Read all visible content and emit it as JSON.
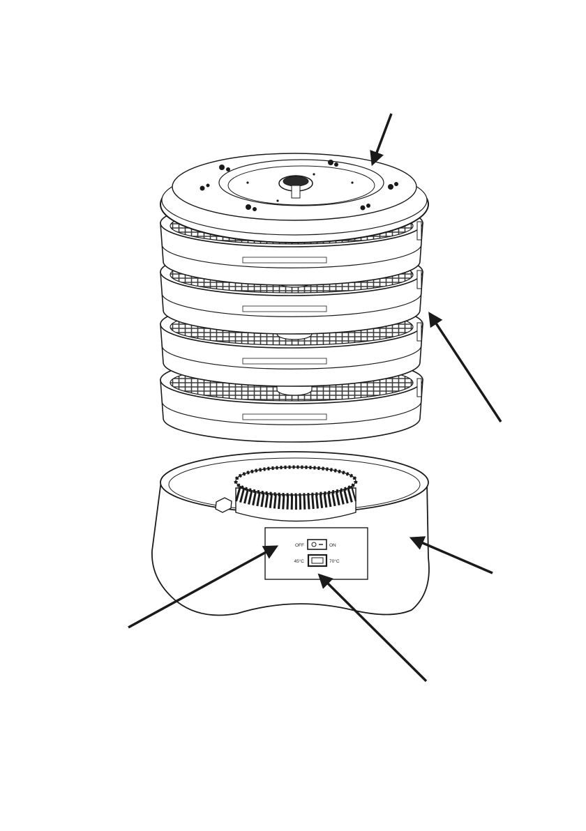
{
  "colors": {
    "line": "#1a1a1a",
    "arrow": "#1a1a1a",
    "paper": "#ffffff",
    "mesh": "#3a3a3a"
  },
  "switches": {
    "power": {
      "off_label": "OFF",
      "on_label": "ON"
    },
    "temperature": {
      "low_label": "45°C",
      "high_label": "70°C"
    }
  },
  "icons": {
    "power_switch": "rocker-switch-icon",
    "temp_switch": "rocker-switch-icon",
    "arrow": "arrow-icon"
  }
}
